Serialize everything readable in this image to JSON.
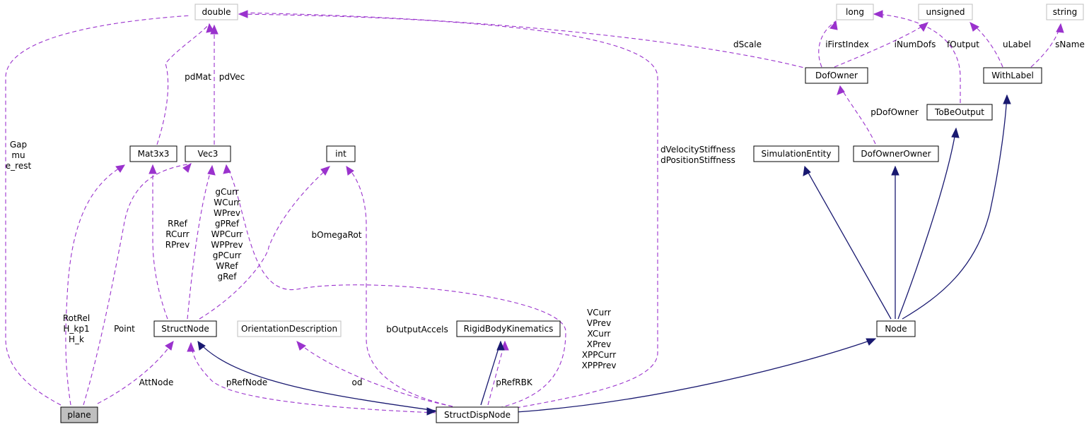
{
  "nodes": {
    "double": "double",
    "long": "long",
    "unsigned": "unsigned",
    "string": "string",
    "mat3x3": "Mat3x3",
    "vec3": "Vec3",
    "int": "int",
    "dof_owner": "DofOwner",
    "with_label": "WithLabel",
    "to_be_output": "ToBeOutput",
    "simulation_entity": "SimulationEntity",
    "dof_owner_owner": "DofOwnerOwner",
    "struct_node": "StructNode",
    "orientation_description": "OrientationDescription",
    "rigid_body_kinematics": "RigidBodyKinematics",
    "node": "Node",
    "plane": "plane",
    "struct_disp_node": "StructDispNode"
  },
  "edge_labels": {
    "plane_double": [
      "Gap",
      "mu",
      "e_rest"
    ],
    "mat3x3_double": [
      "pdMat"
    ],
    "vec3_double": [
      "pdVec"
    ],
    "dof_owner_double": [
      "dScale"
    ],
    "dof_owner_long": [
      "iFirstIndex"
    ],
    "dof_owner_unsigned": [
      "iNumDofs"
    ],
    "to_be_output_long": [
      "fOutput"
    ],
    "with_label_unsigned": [
      "uLabel"
    ],
    "with_label_string": [
      "sName"
    ],
    "struct_disp_node_double": [
      "dVelocityStiffness",
      "dPositionStiffness"
    ],
    "dof_owner_owner_dof_owner": [
      "pDofOwner"
    ],
    "struct_node_mat3x3": [
      "RRef",
      "RCurr",
      "RPrev"
    ],
    "struct_node_vec3": [
      "gCurr",
      "WCurr",
      "WPrev",
      "gPRef",
      "WPCurr",
      "WPPrev",
      "gPCurr",
      "WRef",
      "gRef"
    ],
    "struct_node_int": [
      "bOmegaRot"
    ],
    "struct_disp_node_vec3": [
      "VCurr",
      "VPrev",
      "XCurr",
      "XPrev",
      "XPPCurr",
      "XPPPrev"
    ],
    "struct_disp_node_int": [
      "bOutputAccels"
    ],
    "plane_mat3x3": [
      "RotRel",
      "H_kp1",
      "H_k"
    ],
    "plane_vec3": [
      "Point"
    ],
    "plane_struct_node": [
      "AttNode"
    ],
    "struct_disp_node_struct_node": [
      "pRefNode"
    ],
    "struct_disp_node_orientation": [
      "od"
    ],
    "struct_disp_node_rbk": [
      "pRefRBK"
    ]
  },
  "colors": {
    "inheritance": "#191970",
    "usage": "#9a32cd",
    "external_border": "#bfbfbf",
    "focus_fill": "#bfbfbf"
  }
}
